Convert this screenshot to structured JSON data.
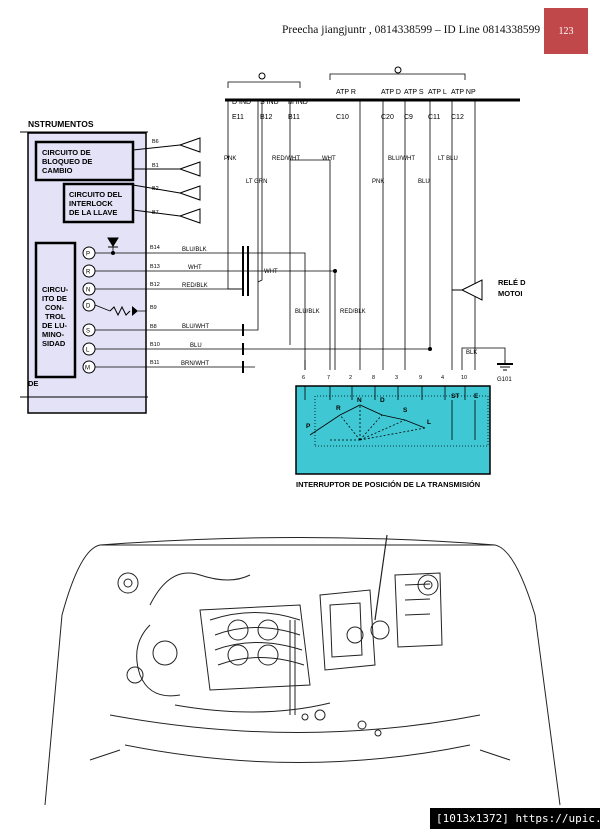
{
  "header": {
    "text": "Preecha jiangjuntr , 0814338599 – ID Line  0814338599",
    "page_number": "123",
    "page_number_color": "#c0484a"
  },
  "diagram": {
    "title_left": "NSTRUMENTOS",
    "box_bloqueo": [
      "CIRCUITO DE",
      "BLOQUEO DE",
      "CAMBIO"
    ],
    "box_interlock": [
      "CIRCUITO DEL",
      "INTERLOCK",
      "DE LA LLAVE"
    ],
    "box_luminosidad": [
      "CIRCU-",
      "ITO DE",
      "CON-",
      "TROL",
      "DE LU-",
      "MINO-",
      "SIDAD"
    ],
    "de_label": "DE",
    "top_labels": [
      {
        "l1": "D IND",
        "l2": "E11"
      },
      {
        "l1": "S IND",
        "l2": "B12"
      },
      {
        "l1": "M IND",
        "l2": "B11"
      },
      {
        "l1": "ATP R",
        "l2": "C10"
      },
      {
        "l1": "ATP D",
        "l2": "C20"
      },
      {
        "l1": "ATP S",
        "l2": "C9"
      },
      {
        "l1": "ATP L",
        "l2": "C11"
      },
      {
        "l1": "ATP NP",
        "l2": "C12"
      }
    ],
    "bulb_pins": [
      "B6",
      "B1",
      "B2",
      "B7"
    ],
    "gear_circles": [
      "P",
      "R",
      "N",
      "D",
      "S",
      "L",
      "M"
    ],
    "pin_labels": [
      "B14",
      "B13",
      "B12",
      "B9",
      "B8",
      "B10",
      "B11"
    ],
    "wire_left_labels": [
      "BLU/BLK",
      "WHT",
      "RED/BLK",
      "BLU/WHT",
      "BLU",
      "BRN/WHT"
    ],
    "wire_top_labels": [
      "PNK",
      "RED/WHT",
      "WHT",
      "BLU/WHT",
      "LT BLU",
      "LT GRN",
      "PNK",
      "BLU"
    ],
    "wire_mid_labels": [
      "WHT",
      "BLU/BLK",
      "RED/BLK",
      "BLK"
    ],
    "switch_pins": [
      "6",
      "7",
      "2",
      "8",
      "3",
      "9",
      "4",
      "10"
    ],
    "switch_letters": [
      "P",
      "R",
      "N",
      "D",
      "S",
      "L",
      "ST",
      "E"
    ],
    "switch_title": "INTERRUPTOR DE POSICIÓN DE LA TRANSMISIÓN",
    "switch_color": "#3fc8d4",
    "panel_color": "#e4e2f6",
    "rele_label": [
      "RELÉ D",
      "MOTOI"
    ],
    "ground_label": "G101"
  },
  "footer": {
    "text": "[1013x1372] https://upic.me/"
  }
}
